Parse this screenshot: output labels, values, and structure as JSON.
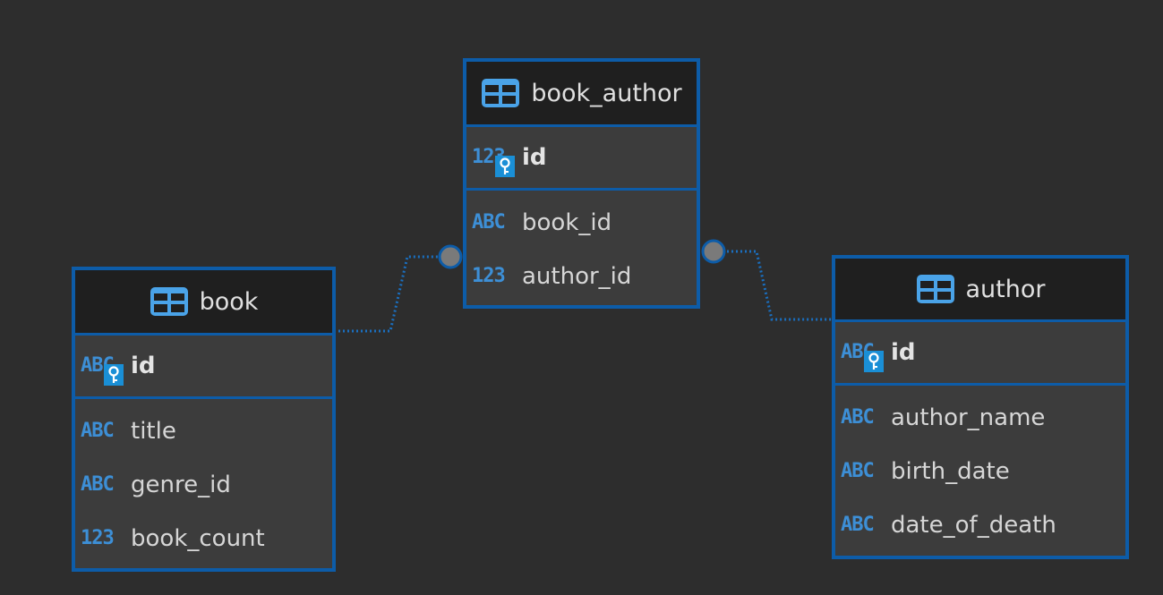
{
  "colors": {
    "background": "#2d2d2d",
    "entity_border": "#0d5ca8",
    "header_bg": "#1f1f1f",
    "body_bg": "#3c3c3c",
    "type_icon": "#3d8fd6",
    "connector": "#1a6fc0",
    "connector_dot": "#7a7a7a"
  },
  "entities": {
    "book_author": {
      "name": "book_author",
      "pk": {
        "type": "123",
        "name": "id",
        "icon": "key-icon"
      },
      "columns": [
        {
          "type": "ABC",
          "name": "book_id"
        },
        {
          "type": "123",
          "name": "author_id"
        }
      ]
    },
    "book": {
      "name": "book",
      "pk": {
        "type": "ABC",
        "name": "id",
        "icon": "key-icon"
      },
      "columns": [
        {
          "type": "ABC",
          "name": "title"
        },
        {
          "type": "ABC",
          "name": "genre_id"
        },
        {
          "type": "123",
          "name": "book_count"
        }
      ]
    },
    "author": {
      "name": "author",
      "pk": {
        "type": "ABC",
        "name": "id",
        "icon": "key-icon"
      },
      "columns": [
        {
          "type": "ABC",
          "name": "author_name"
        },
        {
          "type": "ABC",
          "name": "birth_date"
        },
        {
          "type": "ABC",
          "name": "date_of_death"
        }
      ]
    }
  },
  "relationships": [
    {
      "from": "book",
      "to": "book_author",
      "style": "dotted"
    },
    {
      "from": "author",
      "to": "book_author",
      "style": "dotted"
    }
  ]
}
